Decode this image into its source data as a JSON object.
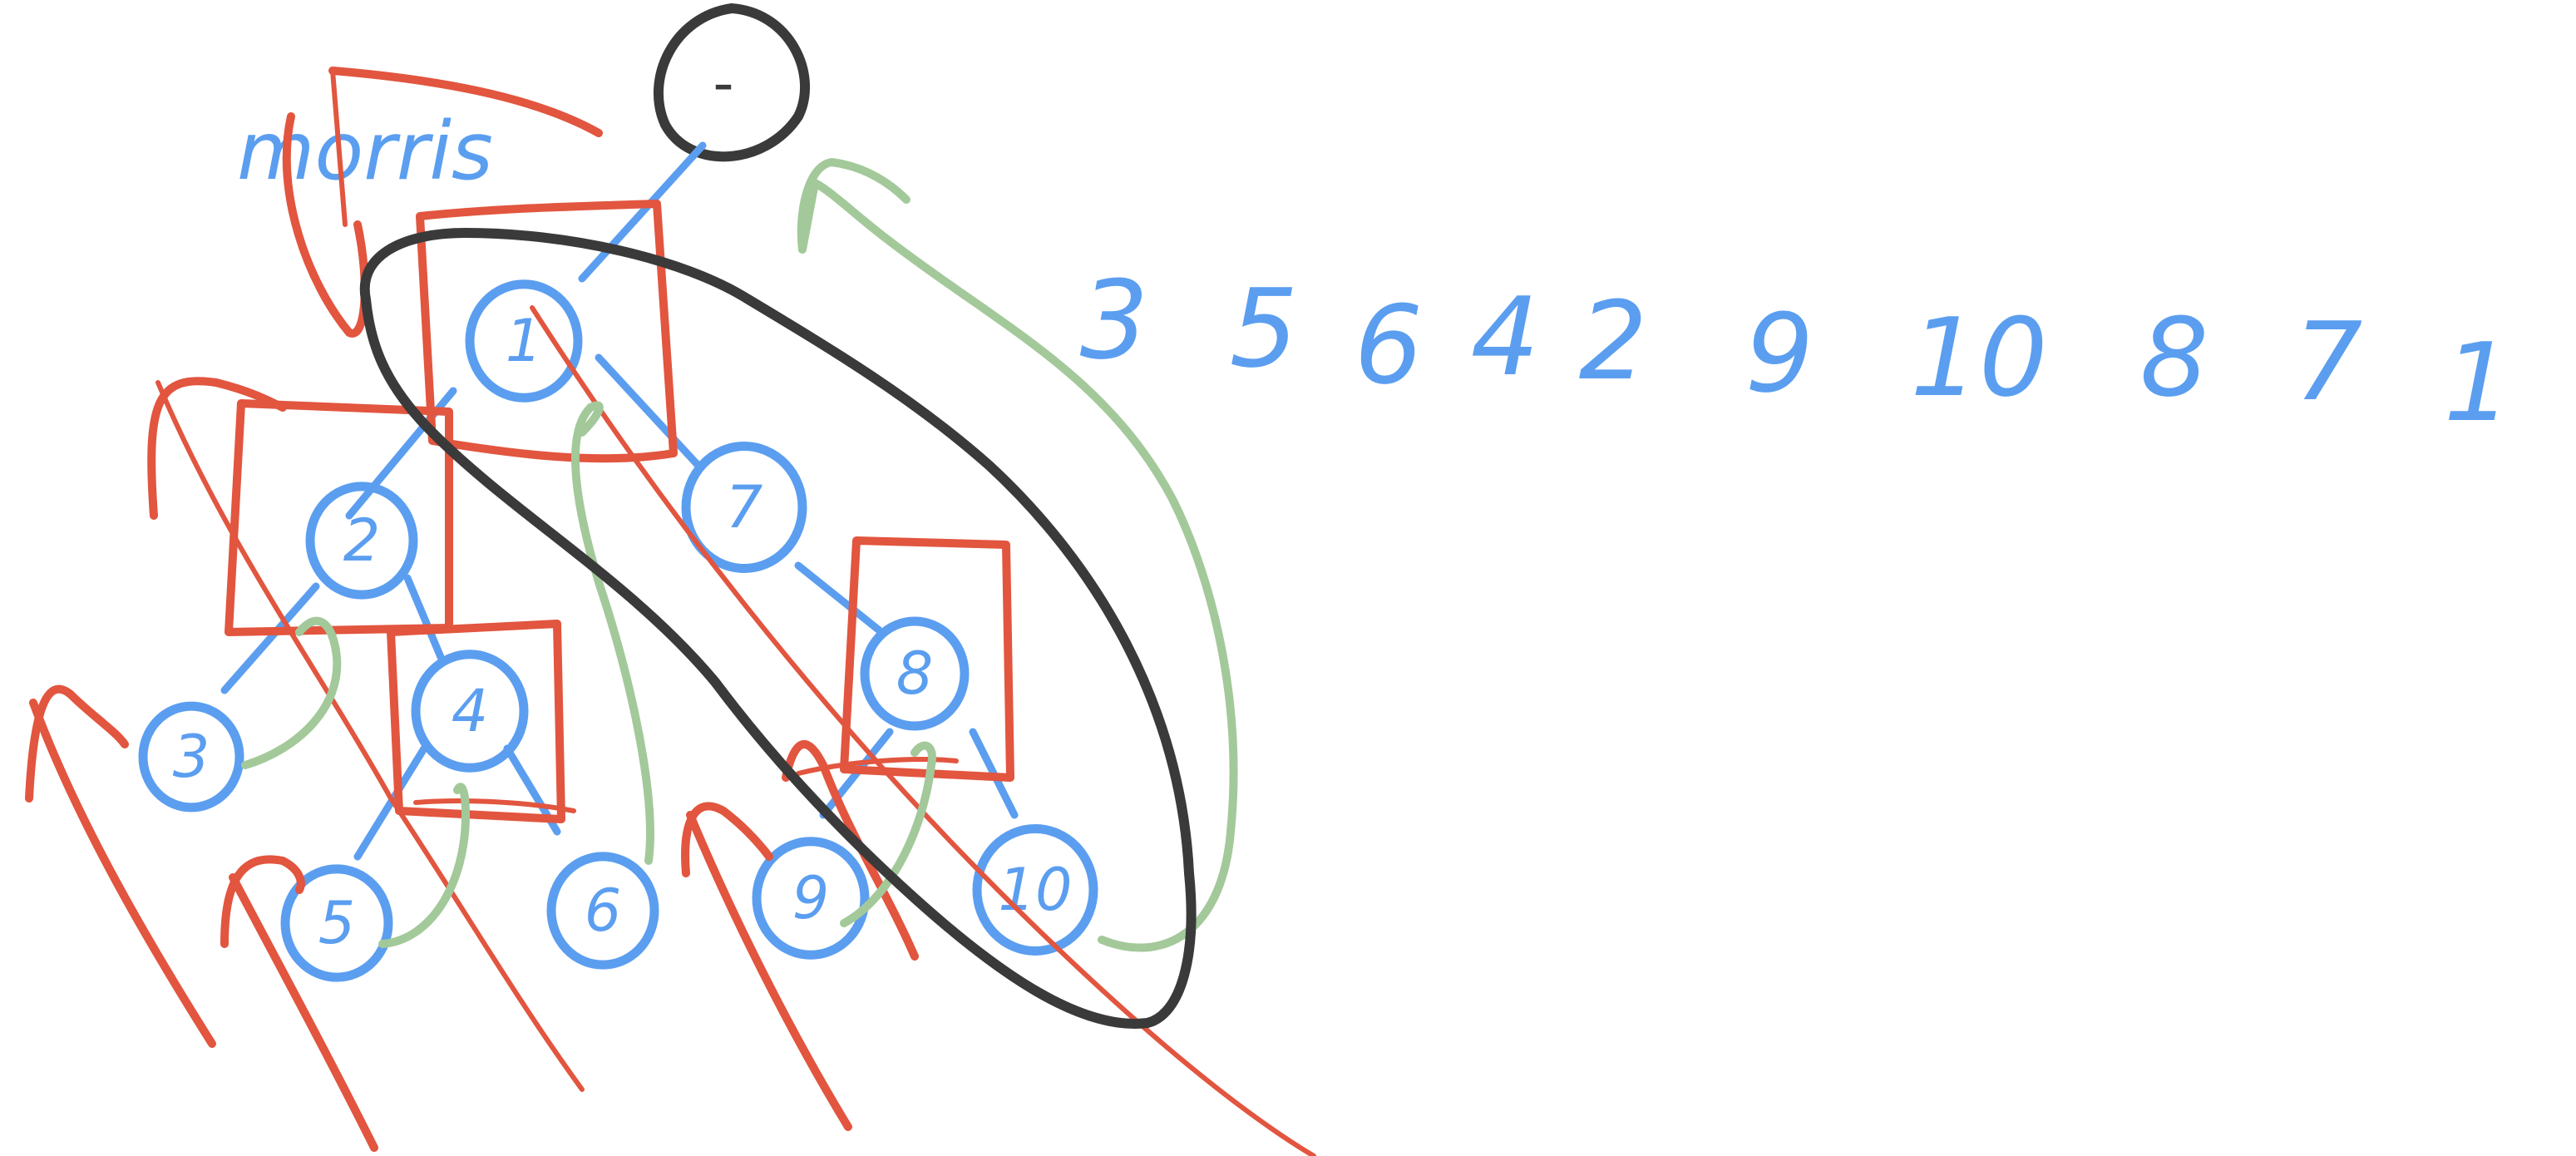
{
  "title": "morris",
  "head_node": {
    "label": "-"
  },
  "tree": {
    "nodes": [
      {
        "label": "1"
      },
      {
        "label": "2"
      },
      {
        "label": "3"
      },
      {
        "label": "4"
      },
      {
        "label": "5"
      },
      {
        "label": "6"
      },
      {
        "label": "7"
      },
      {
        "label": "8"
      },
      {
        "label": "9"
      },
      {
        "label": "10"
      }
    ]
  },
  "sequence": [
    "3",
    "5",
    "6",
    "4",
    "2",
    "9",
    "10",
    "8",
    "7",
    "1"
  ],
  "colors": {
    "tree": "#5b9ef0",
    "boxes_and_slashes": "#e2553f",
    "threads": "#a3c99a",
    "loop": "#3a3a3a"
  }
}
